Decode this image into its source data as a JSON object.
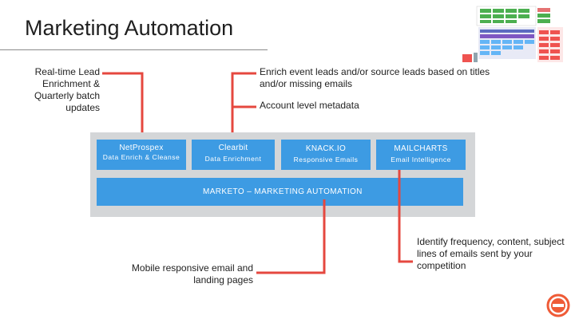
{
  "slide": {
    "title": "Marketing Automation"
  },
  "notes": {
    "left_lines": [
      "Real-time Lead",
      "Enrichment &",
      "Quarterly batch",
      "updates"
    ],
    "enrich": "Enrich event leads and/or source leads based on titles and/or missing emails",
    "account": "Account level metadata",
    "mobile": "Mobile responsive email and landing pages",
    "identify": "Identify frequency, content, subject lines of emails sent by your competition"
  },
  "tools": [
    {
      "name": "NetProspex",
      "desc": "Data Enrich & Cleanse"
    },
    {
      "name": "Clearbit",
      "desc": "Data Enrichment"
    },
    {
      "name": "KNACK.IO",
      "desc": "Responsive Emails"
    },
    {
      "name": "MAILCHARTS",
      "desc": "Email Intelligence"
    }
  ],
  "platform": {
    "label": "MARKETO – MARKETING AUTOMATION"
  },
  "colors": {
    "box_blue": "#3d9be3",
    "panel_gray": "#d4d6d8",
    "connector_red": "#e5483f",
    "logo_orange": "#ef5b37"
  },
  "icons": {
    "thumbnail": "overview-diagram-thumbnail",
    "logo": "company-logo-icon"
  }
}
